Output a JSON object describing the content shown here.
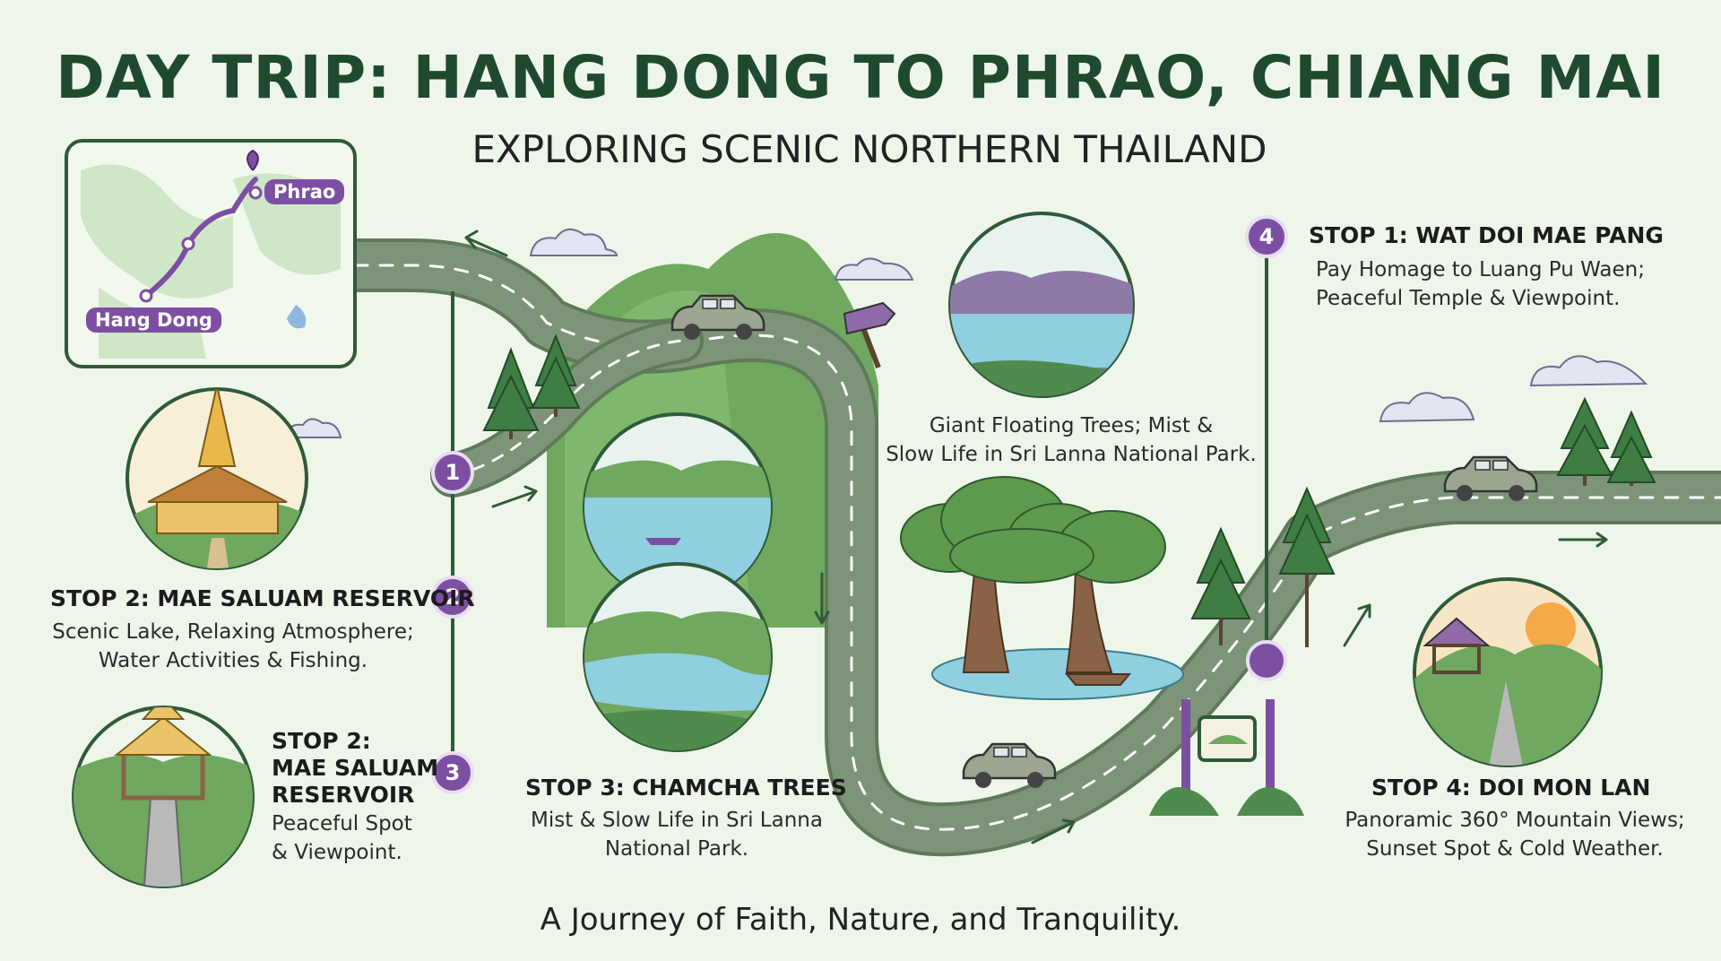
{
  "title": "DAY TRIP: HANG DONG TO PHRAO, CHIANG MAI",
  "subtitle": "EXPLORING SCENIC NORTHERN THAILAND",
  "footer": "A Journey of Faith, Nature, and Tranquility.",
  "map": {
    "start_label": "Hang Dong",
    "end_label": "Phrao"
  },
  "badges": [
    "1",
    "2",
    "3",
    "4"
  ],
  "stops": {
    "wat_doi_mae_pang": {
      "title": "STOP 1: WAT DOI MAE PANG",
      "desc": "Pay Homage to Luang Pu Waen;\nPeaceful Temple & Viewpoint."
    },
    "mae_saluam": {
      "title": "STOP 2: MAE SALUAM RESERVOIR",
      "desc": "Scenic Lake, Relaxing Atmosphere;\nWater Activities & Fishing."
    },
    "mae_saluam_view": {
      "title": "STOP 2:\nMAE SALUAM\nRESERVOIR",
      "desc": "Peaceful Spot\n& Viewpoint."
    },
    "chamcha_trees": {
      "title": "STOP 3: CHAMCHA TREES",
      "desc": "Mist & Slow Life in Sri Lanna\nNational Park."
    },
    "floating_trees": {
      "desc": "Giant Floating Trees; Mist &\nSlow Life in Sri Lanna National Park."
    },
    "doi_mon_lan": {
      "title": "STOP 4: DOI MON LAN",
      "desc": "Panoramic 360° Mountain Views;\nSunset Spot & Cold Weather."
    }
  },
  "colors": {
    "background": "#eef6ea",
    "title": "#1f4a30",
    "road": "#7d9478",
    "accent_purple": "#7d4fa3",
    "hill_green": "#6fa85e",
    "water": "#8fcfe0"
  }
}
